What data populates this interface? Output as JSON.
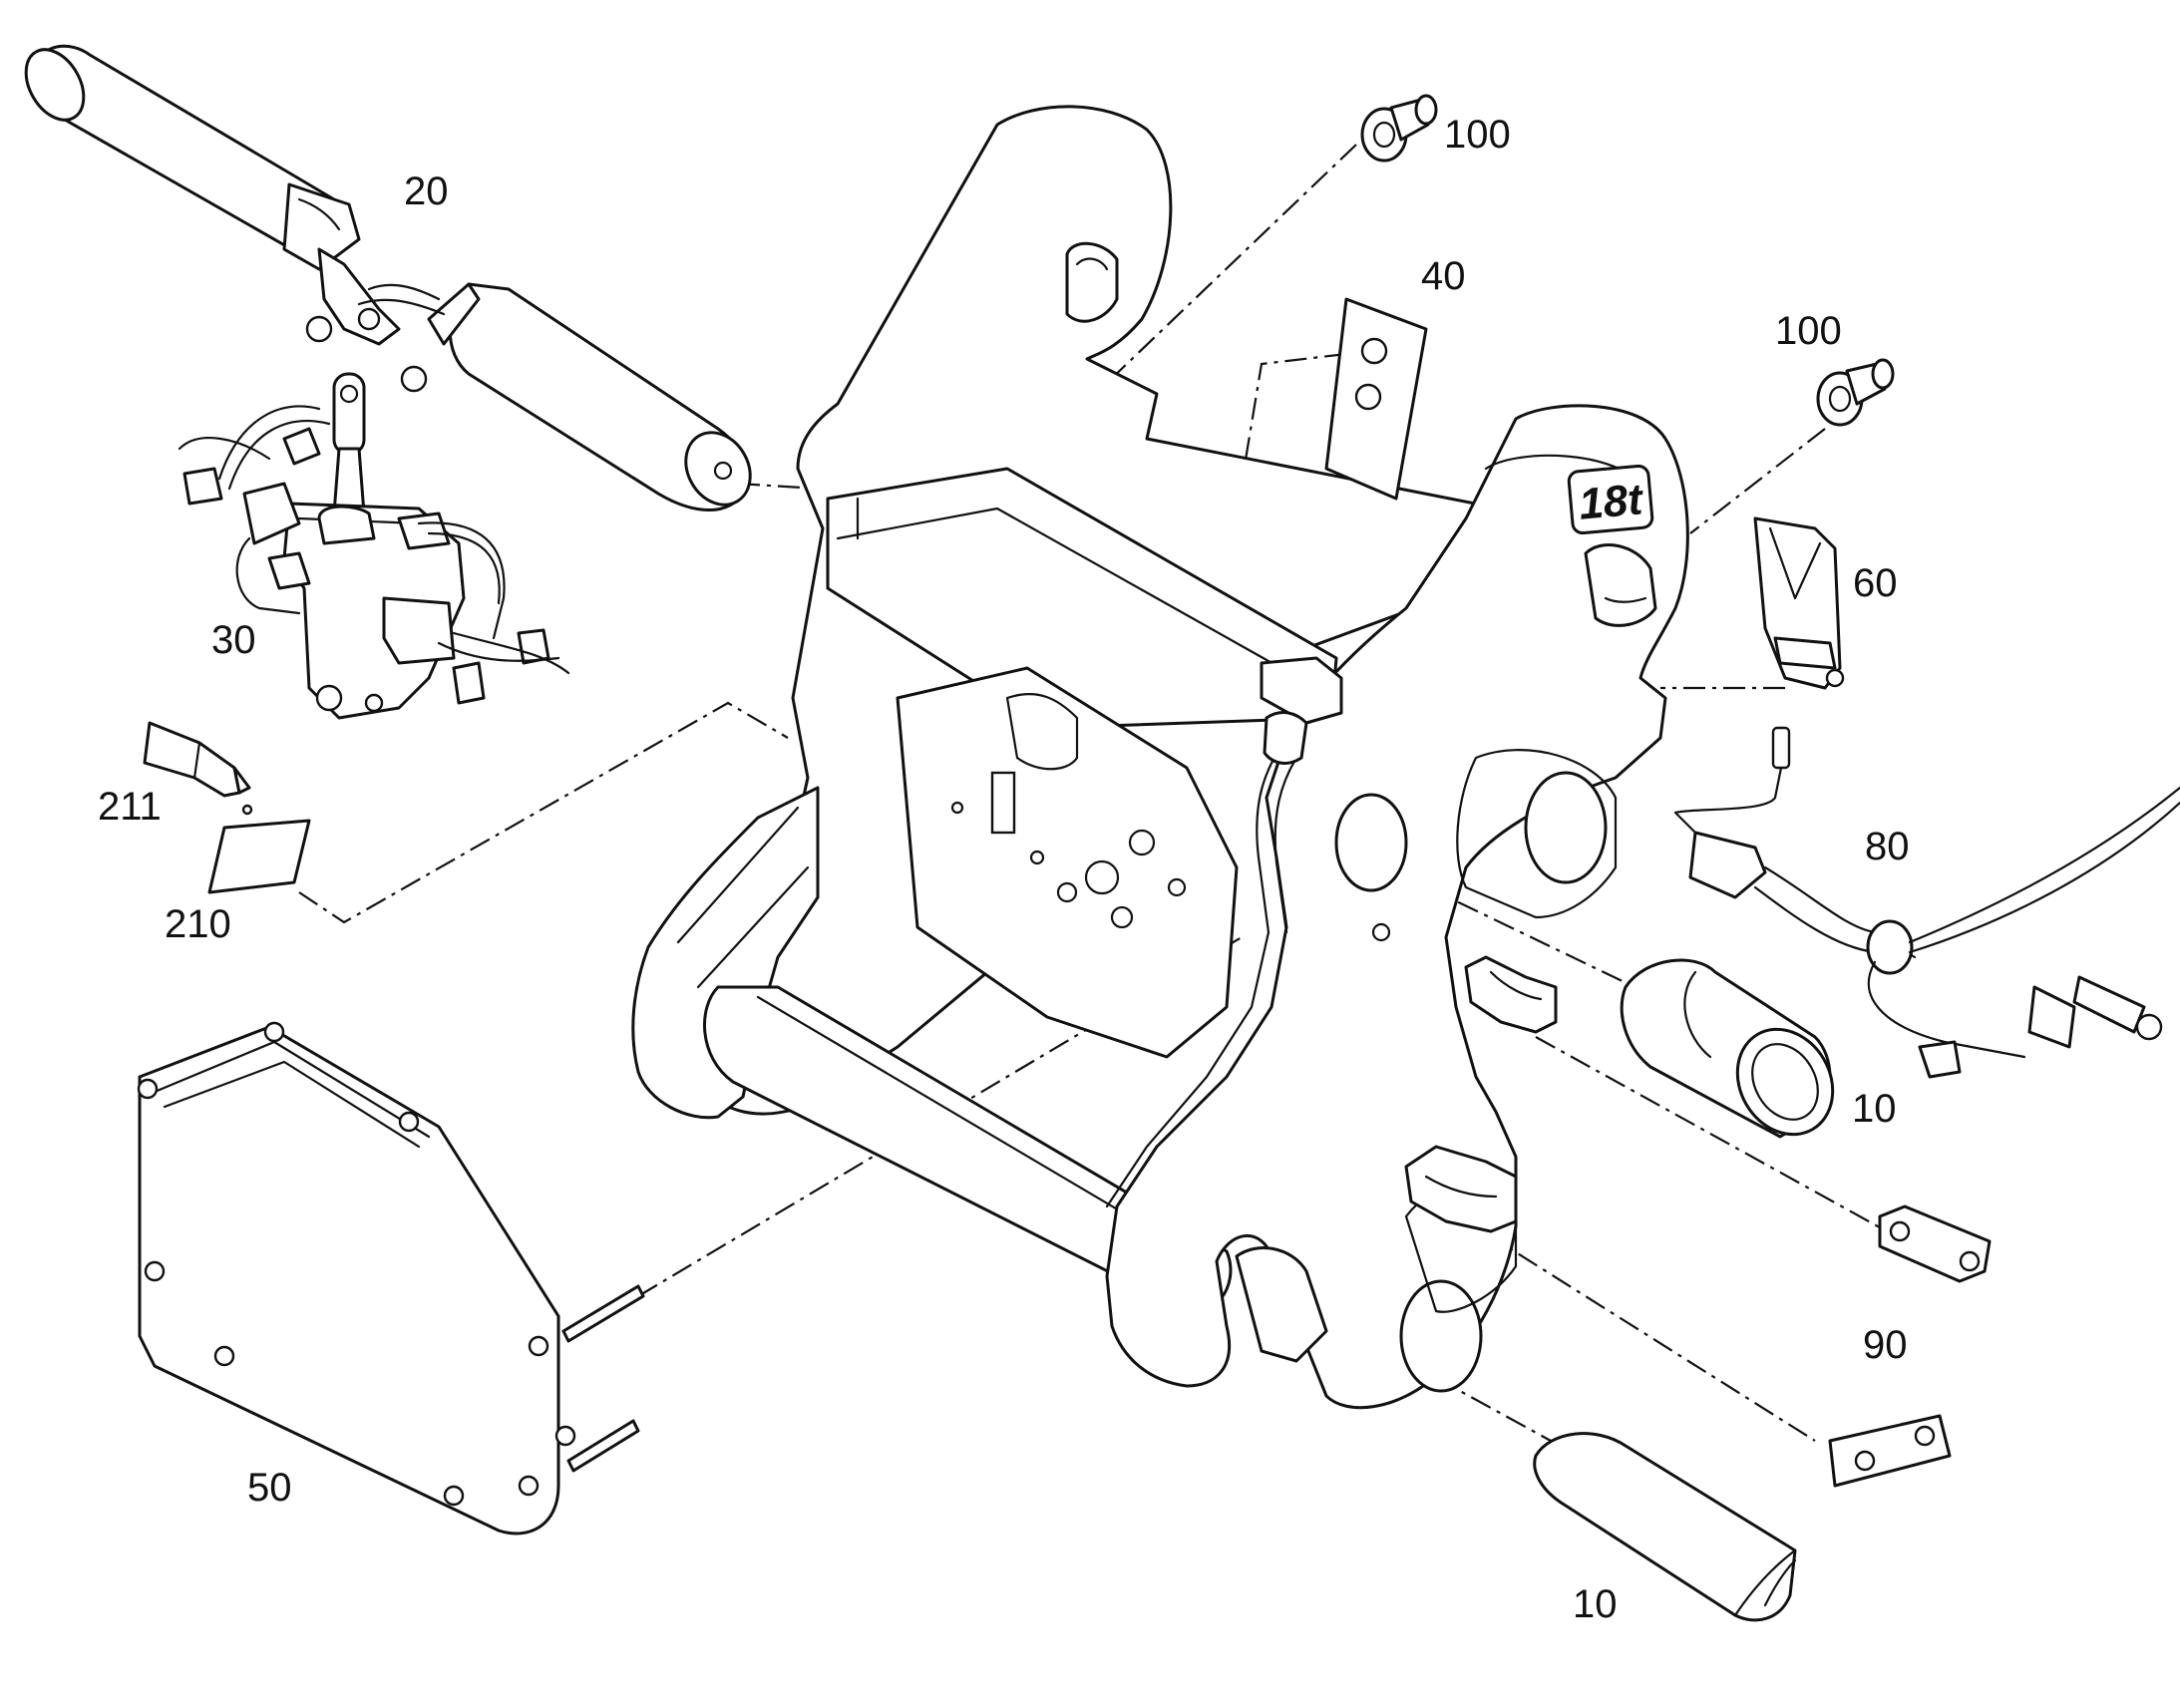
{
  "callouts": {
    "c20": "20",
    "c30": "30",
    "c211": "211",
    "c210": "210",
    "c50": "50",
    "c100a": "100",
    "c40": "40",
    "c100b": "100",
    "c60": "60",
    "c80": "80",
    "c10a": "10",
    "c90": "90",
    "c10b": "10"
  },
  "logo": {
    "text": "18t"
  },
  "colors": {
    "line": "#111111",
    "background": "#ffffff"
  }
}
